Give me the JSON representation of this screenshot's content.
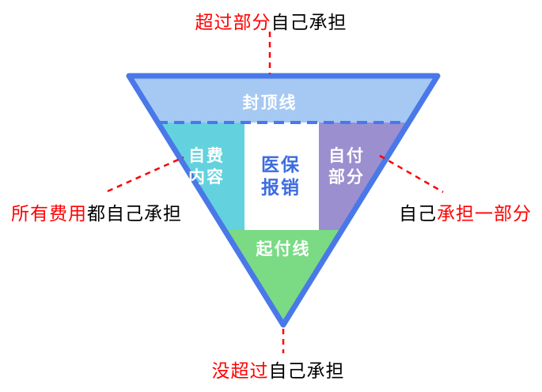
{
  "labels": {
    "top": {
      "part1": "超过部分",
      "part2": "自己承担"
    },
    "left": {
      "part1": "所有费用",
      "part2": "都自己承担"
    },
    "right": {
      "part1": "自己",
      "part2": "承担一部分"
    },
    "bottom": {
      "part1": "没超过",
      "part2": "自己承担"
    }
  },
  "funnel": {
    "cap_line": "封顶线",
    "self_paid_line1": "自费",
    "self_paid_line2": "内容",
    "insurance_line1": "医保",
    "insurance_line2": "报销",
    "copay_line1": "自付",
    "copay_line2": "部分",
    "deductible_line": "起付线"
  },
  "colors": {
    "triangle_border": "#4A78E8",
    "cap_band": "#A6C9F3",
    "self_paid_fill": "#63D2DE",
    "insurance_box": "#FFFFFF",
    "insurance_text": "#3D6CE0",
    "copay_fill": "#9C8FD0",
    "deductible_fill": "#7ADB84",
    "dashed_divider": "#4A78E8",
    "annotation_red": "#FF0000",
    "annotation_black": "#000000",
    "funnel_text": "#FFFFFF"
  }
}
